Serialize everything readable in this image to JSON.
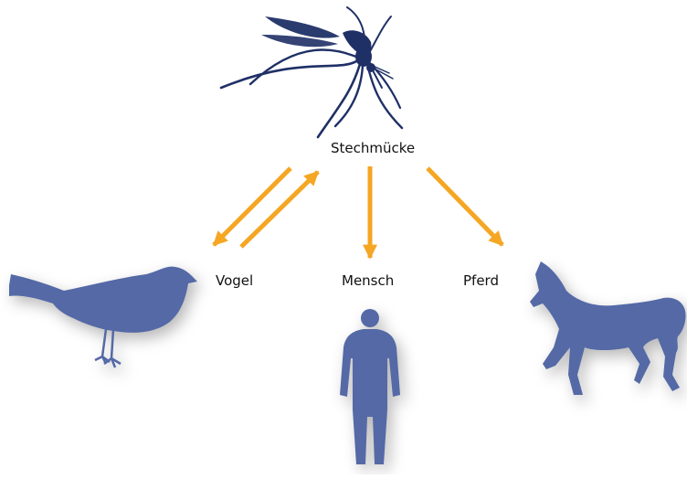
{
  "labels": {
    "mosquito": "Stechmücke",
    "bird": "Vogel",
    "human": "Mensch",
    "horse": "Pferd"
  },
  "icons": {
    "mosquito": "mosquito-icon",
    "bird": "bird-icon",
    "human": "human-icon",
    "horse": "horse-icon"
  },
  "colors": {
    "arrow": "#f5a623",
    "mosquito": "#1f3066",
    "silhouette": "#5469a6"
  }
}
